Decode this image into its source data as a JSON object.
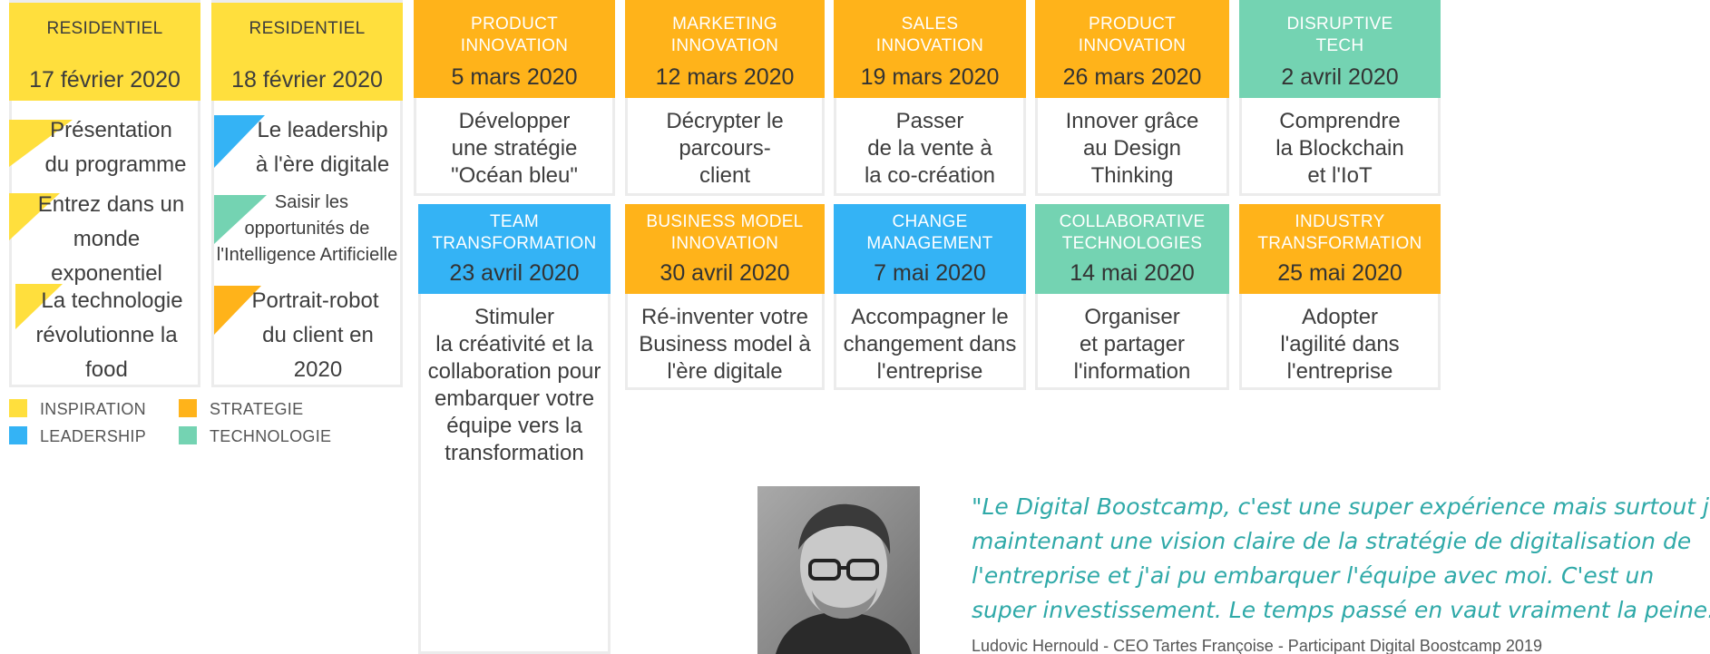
{
  "residentiel": [
    {
      "category": "RESIDENTIEL",
      "date": "17 février 2020",
      "items": [
        [
          "Présentation",
          "du programme"
        ],
        [
          "Entrez dans un",
          "monde exponentiel"
        ],
        [
          "La technologie",
          "révolutionne la food"
        ]
      ],
      "item_colors": [
        "#FFDF3D",
        "#FFDF3D",
        "#FFDF3D"
      ]
    },
    {
      "category": "RESIDENTIEL",
      "date": "18 février 2020",
      "items": [
        [
          "Le leadership",
          "à l'ère digitale"
        ],
        [
          "Saisir les",
          "opportunités de",
          "l'Intelligence Artificielle"
        ],
        [
          "Portrait-robot",
          "du client en 2020"
        ]
      ],
      "item_colors": [
        "#34B3F5",
        "#74D3B2",
        "#FFB31A"
      ]
    }
  ],
  "modules_row1": [
    {
      "category": [
        "PRODUCT",
        "INNOVATION"
      ],
      "date": "5 mars 2020",
      "text": [
        "Développer",
        "une stratégie",
        "\"Océan bleu\""
      ],
      "color": "orange"
    },
    {
      "category": [
        "MARKETING",
        "INNOVATION"
      ],
      "date": "12 mars 2020",
      "text": [
        "Décrypter le",
        "parcours-",
        "client"
      ],
      "color": "orange"
    },
    {
      "category": [
        "SALES",
        "INNOVATION"
      ],
      "date": "19 mars 2020",
      "text": [
        "Passer",
        "de la vente à",
        "la co-création"
      ],
      "color": "orange"
    },
    {
      "category": [
        "PRODUCT",
        "INNOVATION"
      ],
      "date": "26 mars 2020",
      "text": [
        "Innover grâce",
        "au Design",
        "Thinking"
      ],
      "color": "orange"
    },
    {
      "category": [
        "DISRUPTIVE",
        "TECH"
      ],
      "date": "2 avril 2020",
      "text": [
        "Comprendre",
        "la Blockchain",
        "et l'IoT"
      ],
      "color": "teal"
    }
  ],
  "modules_row2": [
    {
      "category": [
        "TEAM",
        "TRANSFORMATION"
      ],
      "date": "23 avril 2020",
      "text": [
        "Stimuler",
        "la créativité et la",
        "collaboration pour",
        "embarquer votre",
        "équipe vers la",
        "transformation"
      ],
      "color": "blue"
    },
    {
      "category": [
        "BUSINESS MODEL",
        "INNOVATION"
      ],
      "date": "30 avril 2020",
      "text": [
        "Ré-inventer votre",
        "Business model à",
        "l'ère digitale"
      ],
      "color": "orange"
    },
    {
      "category": [
        "CHANGE",
        "MANAGEMENT"
      ],
      "date": "7 mai 2020",
      "text": [
        "Accompagner le",
        "changement dans",
        "l'entreprise"
      ],
      "color": "blue"
    },
    {
      "category": [
        "COLLABORATIVE",
        "TECHNOLOGIES"
      ],
      "date": "14 mai 2020",
      "text": [
        "Organiser",
        "et partager",
        "l'information"
      ],
      "color": "teal"
    },
    {
      "category": [
        "INDUSTRY",
        "TRANSFORMATION"
      ],
      "date": "25 mai 2020",
      "text": [
        "Adopter",
        "l'agilité dans",
        "l'entreprise"
      ],
      "color": "orange"
    }
  ],
  "legend": [
    {
      "label": "INSPIRATION",
      "color": "#FFDF3D"
    },
    {
      "label": "STRATEGIE",
      "color": "#FFB31A"
    },
    {
      "label": "LEADERSHIP",
      "color": "#34B3F5"
    },
    {
      "label": "TECHNOLOGIE",
      "color": "#74D3B2"
    }
  ],
  "testimonial": {
    "quote_lines": [
      "\"Le Digital Boostcamp, c'est une super expérience mais surtout j'ai",
      "maintenant une vision claire de la stratégie de digitalisation de",
      "l'entreprise et j'ai pu embarquer l'équipe avec moi. C'est un",
      "super investissement. Le temps passé en vaut vraiment la peine.\""
    ],
    "author": "Ludovic Hernould - CEO Tartes Françoise - Participant Digital Boostcamp 2019"
  }
}
